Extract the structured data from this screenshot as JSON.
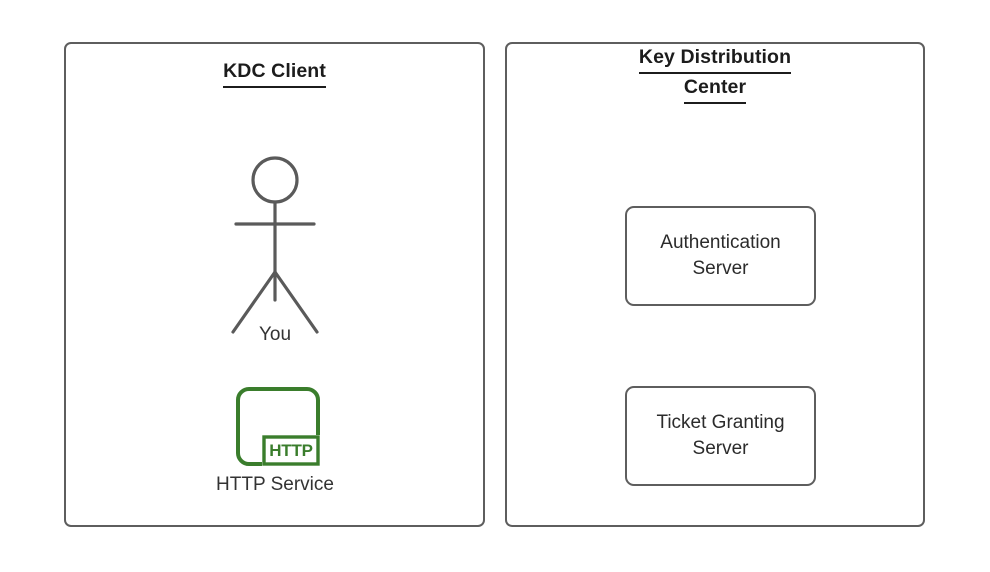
{
  "diagram": {
    "title_semantic": "Kerberos KDC client and Key Distribution Center diagram",
    "background_color": "#ffffff",
    "border_color": "#5e5e5e",
    "text_color": "#333333",
    "heading_color": "#1c1c1c",
    "accent_green": "#3a7d2c"
  },
  "panels": [
    {
      "id": "kdc-client",
      "title": "KDC Client",
      "title_lines": [
        "KDC Client"
      ],
      "nodes": [
        {
          "id": "you",
          "type": "actor",
          "label": "You",
          "icon": "stick-figure-icon"
        },
        {
          "id": "http-service",
          "type": "service",
          "label": "HTTP Service",
          "icon": "http-service-icon",
          "badge_text": "HTTP",
          "color": "#3a7d2c"
        }
      ]
    },
    {
      "id": "key-distribution-center",
      "title": "Key Distribution Center",
      "title_lines": [
        "Key Distribution",
        "Center"
      ],
      "nodes": [
        {
          "id": "authentication-server",
          "type": "box",
          "label": "Authentication\nServer"
        },
        {
          "id": "ticket-granting-server",
          "type": "box",
          "label": "Ticket Granting\nServer"
        }
      ]
    }
  ]
}
